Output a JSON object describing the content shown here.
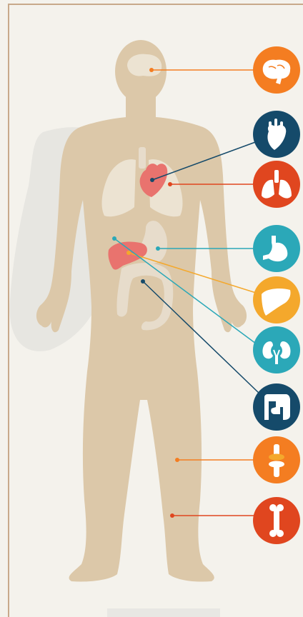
{
  "colors": {
    "page": "#f4f2ec",
    "frame": "#c8a98a",
    "body": "#dcc8a9",
    "organ_light": "#ece3d2",
    "organ_mid": "#e7dccb",
    "organ_red": "#e9736e",
    "orange": "#f47d21",
    "navy": "#154a6a",
    "red": "#e0461f",
    "teal": "#2ba8b8",
    "yellow": "#f4a82c",
    "white": "#ffffff"
  },
  "organs": [
    {
      "id": "brain",
      "icon": "brain-icon",
      "color": "orange"
    },
    {
      "id": "heart",
      "icon": "heart-icon",
      "color": "navy"
    },
    {
      "id": "lungs",
      "icon": "lungs-icon",
      "color": "red"
    },
    {
      "id": "stomach",
      "icon": "stomach-icon",
      "color": "teal"
    },
    {
      "id": "liver",
      "icon": "liver-icon",
      "color": "yellow"
    },
    {
      "id": "kidneys",
      "icon": "kidneys-icon",
      "color": "teal"
    },
    {
      "id": "intestine",
      "icon": "intestine-icon",
      "color": "navy"
    },
    {
      "id": "joint",
      "icon": "joint-icon",
      "color": "orange"
    },
    {
      "id": "bone",
      "icon": "bone-icon",
      "color": "red"
    }
  ]
}
